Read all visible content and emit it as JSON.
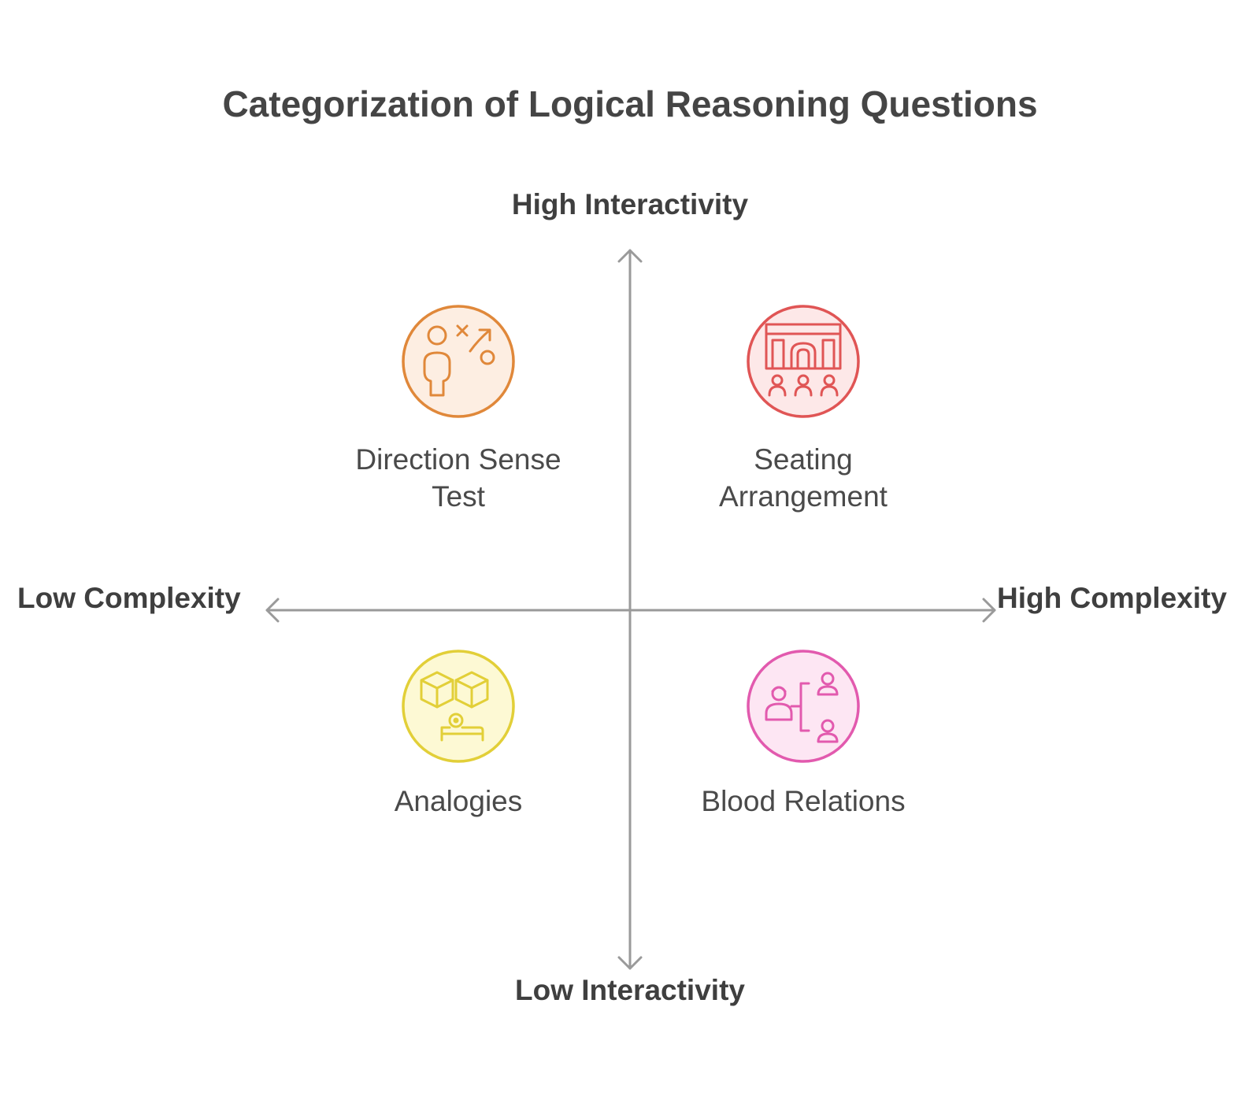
{
  "title": "Categorization of Logical Reasoning Questions",
  "axes": {
    "top": "High Interactivity",
    "bottom": "Low Interactivity",
    "left": "Low Complexity",
    "right": "High Complexity"
  },
  "quadrants": {
    "top_left": {
      "label_lines": [
        "Direction Sense",
        "Test"
      ],
      "icon": "direction-person-icon",
      "stroke": "#e0883a",
      "fill": "#fdeee2"
    },
    "top_right": {
      "label_lines": [
        "Seating",
        "Arrangement"
      ],
      "icon": "seating-icon",
      "stroke": "#e05555",
      "fill": "#fde8e8"
    },
    "bottom_left": {
      "label_lines": [
        "Analogies"
      ],
      "icon": "cubes-icon",
      "stroke": "#e2cf38",
      "fill": "#fdf9d4"
    },
    "bottom_right": {
      "label_lines": [
        "Blood Relations"
      ],
      "icon": "family-tree-icon",
      "stroke": "#e25aae",
      "fill": "#fde6f3"
    }
  },
  "colors": {
    "axis": "#9a9a9a"
  }
}
